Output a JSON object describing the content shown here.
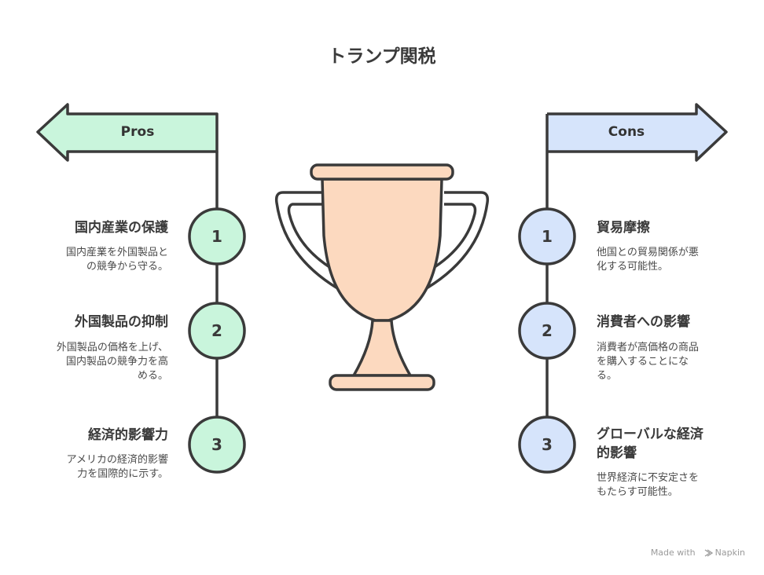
{
  "title": "トランプ関税",
  "pros": {
    "label": "Pros",
    "items": [
      {
        "num": "1",
        "title": "国内産業の保護",
        "desc": [
          "国内産業を外国製品と",
          "の競争から守る。"
        ]
      },
      {
        "num": "2",
        "title": "外国製品の抑制",
        "desc": [
          "外国製品の価格を上げ、",
          "国内製品の競争力を高",
          "める。"
        ]
      },
      {
        "num": "3",
        "title": "経済的影響力",
        "desc": [
          "アメリカの経済的影響",
          "力を国際的に示す。"
        ]
      }
    ]
  },
  "cons": {
    "label": "Cons",
    "items": [
      {
        "num": "1",
        "title": [
          "貿易摩擦"
        ],
        "desc": [
          "他国との貿易関係が悪",
          "化する可能性。"
        ]
      },
      {
        "num": "2",
        "title": [
          "消費者への影響"
        ],
        "desc": [
          "消費者が高価格の商品",
          "を購入することにな",
          "る。"
        ]
      },
      {
        "num": "3",
        "title": [
          "グローバルな経済",
          "的影響"
        ],
        "desc": [
          "世界経済に不安定さを",
          "もたらす可能性。"
        ]
      }
    ]
  },
  "footer": {
    "made_with": "Made with",
    "brand": "Napkin"
  },
  "colors": {
    "pros_fill": "#c9f5dc",
    "cons_fill": "#d6e4fb",
    "trophy_fill": "#fcd9bf",
    "stroke": "#3a3a3a"
  },
  "icons": {
    "trophy": "trophy-icon",
    "napkin": "napkin-logo-icon"
  }
}
